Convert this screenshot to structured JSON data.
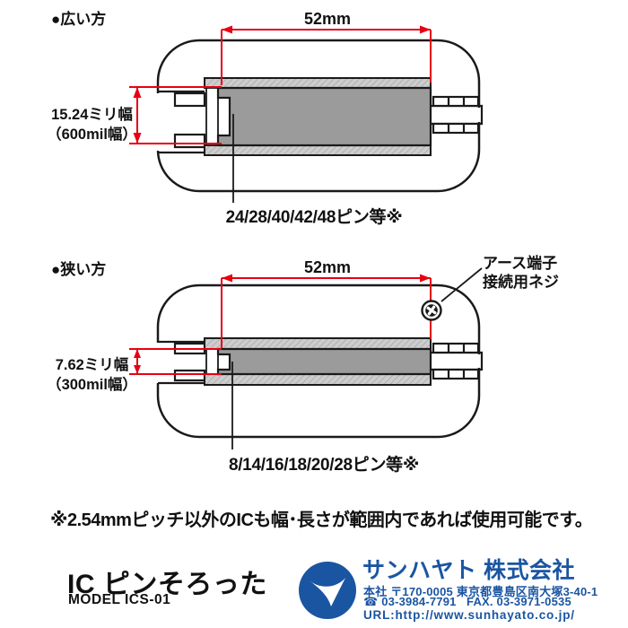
{
  "sections": {
    "wide": {
      "header": "●広い方",
      "dim_length": "52mm",
      "dim_width_line1": "15.24ミリ幅",
      "dim_width_line2": "（600mil幅）",
      "pins_label": "24/28/40/42/48ピン等※"
    },
    "narrow": {
      "header": "●狭い方",
      "dim_length": "52mm",
      "dim_width_line1": "7.62ミリ幅",
      "dim_width_line2": "（300mil幅）",
      "pins_label": "8/14/16/18/20/28ピン等※",
      "screw_label_line1": "アース端子",
      "screw_label_line2": "接続用ネジ"
    }
  },
  "footnote": "※2.54mmピッチ以外のICも幅･長さが範囲内であれば使用可能です。",
  "product": {
    "name": "IC ピンそろった",
    "model": "MODEL ICS-01"
  },
  "company": {
    "name": "サンハヤト 株式会社",
    "address": "本社 〒170-0005 東京都豊島区南大塚3-40-1",
    "phone_icon": "☎",
    "phone": "03-3984-7791",
    "fax": "FAX. 03-3971-0535",
    "url": "URL:http://www.sunhayato.co.jp/"
  },
  "colors": {
    "dimension_red": "#e60012",
    "brand_blue": "#1a55a2",
    "ic_gray": "#9b9b9b",
    "channel_gray": "#cdcdcd",
    "line_black": "#1a1a1a"
  }
}
